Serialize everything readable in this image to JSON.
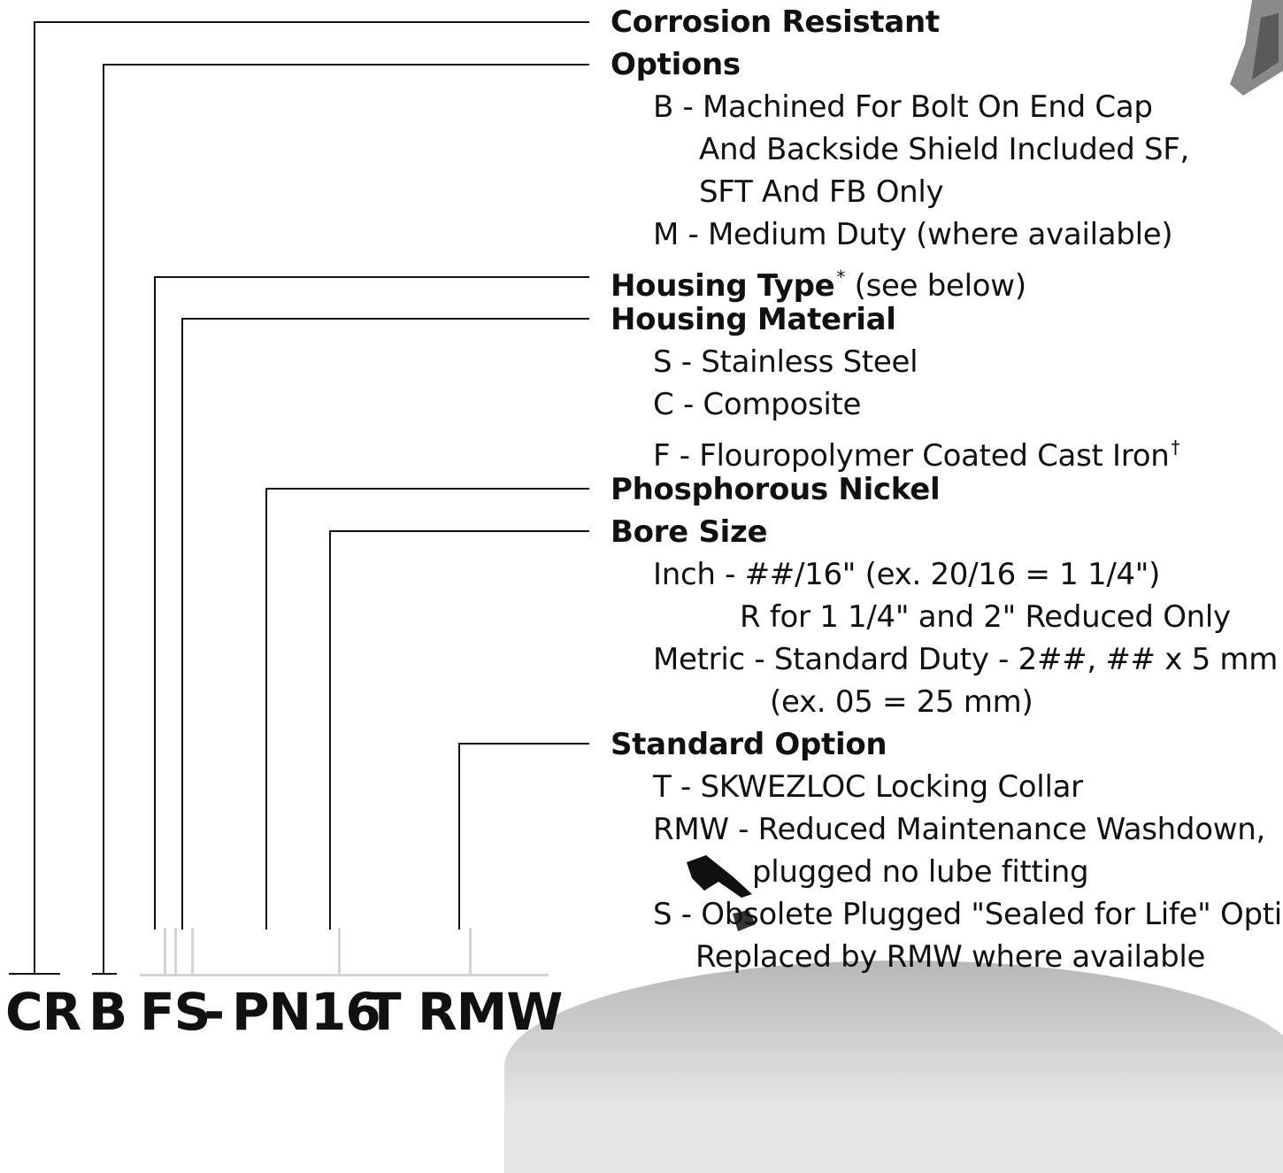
{
  "diagram": {
    "labels": [
      {
        "id": "corrosion",
        "heading": "Corrosion Resistant",
        "lines": []
      },
      {
        "id": "options",
        "heading": "Options",
        "lines": [
          "B - Machined For Bolt On End Cap",
          "And Backside Shield Included SF,",
          "SFT And FB Only",
          "M - Medium Duty (where available)"
        ]
      },
      {
        "id": "housing_type",
        "heading": "Housing Type",
        "marker": "*",
        "note": "(see below)",
        "lines": []
      },
      {
        "id": "housing_material",
        "heading": "Housing Material",
        "lines": [
          "S - Stainless Steel",
          "C - Composite",
          "F - Flouropolymer Coated Cast Iron"
        ],
        "last_line_marker": "†"
      },
      {
        "id": "phosphorous",
        "heading": "Phosphorous Nickel",
        "lines": []
      },
      {
        "id": "bore",
        "heading": "Bore Size",
        "lines": [
          "Inch - ##/16\" (ex. 20/16 = 1 1/4\")",
          "R for 1 1/4\" and 2\" Reduced Only",
          "Metric - Standard Duty - 2##, ## x 5 mm",
          "(ex. 05 = 25 mm)"
        ]
      },
      {
        "id": "standard_option",
        "heading": "Standard Option",
        "lines": [
          "T - SKWEZLOC Locking Collar",
          "RMW - Reduced Maintenance Washdown,",
          "plugged no lube fitting",
          "S - Obsolete Plugged \"Sealed for Life\" Option",
          "Replaced by RMW where available"
        ]
      }
    ],
    "code_segments": [
      "CR",
      "B",
      "FS",
      "-",
      "PN16",
      "T",
      "RMW"
    ]
  }
}
